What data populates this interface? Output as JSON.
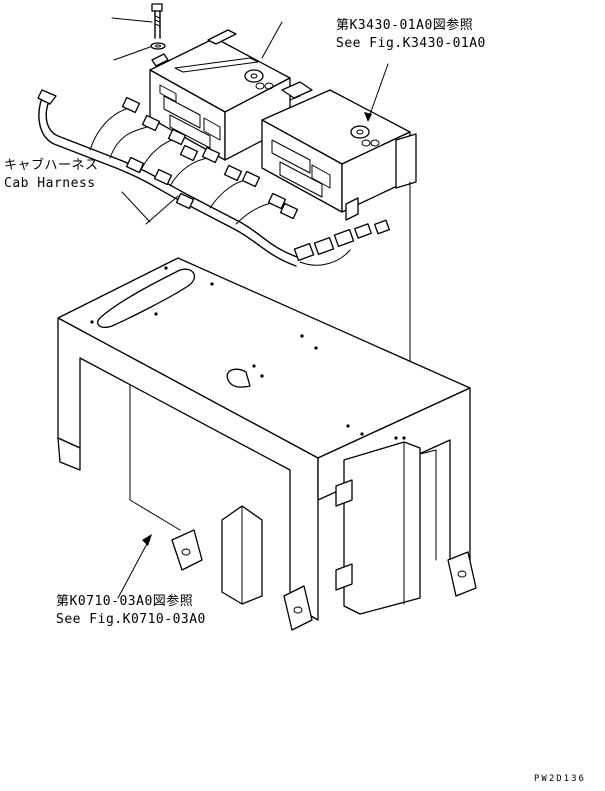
{
  "callouts": {
    "controller_ref_jp": "第K3430-01A0図参照",
    "controller_ref_en": "See Fig.K3430-01A0",
    "harness_jp": "キャブハーネス",
    "harness_en": "Cab Harness",
    "base_ref_jp": "第K0710-03A0図参照",
    "base_ref_en": "See Fig.K0710-03A0"
  },
  "drawing_code": "PW2D136"
}
